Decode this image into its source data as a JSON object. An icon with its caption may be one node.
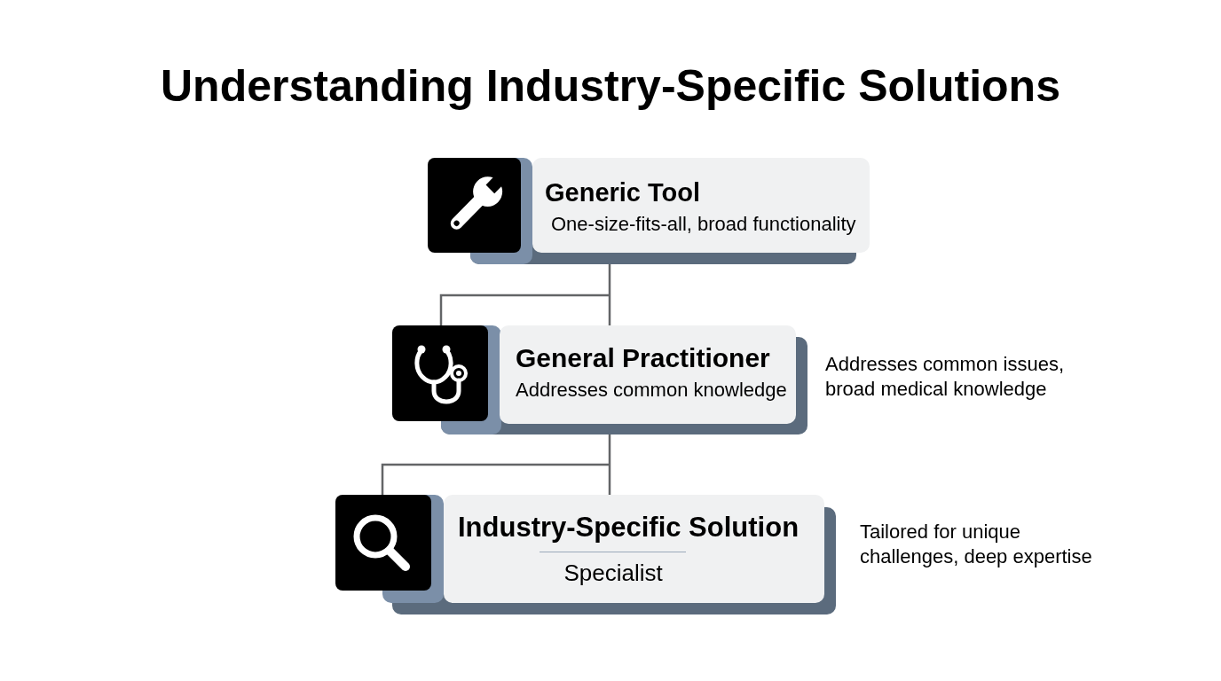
{
  "diagram": {
    "title": "Understanding Industry-Specific Solutions",
    "nodes": [
      {
        "text": [
          "Generic Tool",
          "One-size-fits-all, broad functionality"
        ]
      },
      {
        "text": [
          "General Practitioner",
          "Addresses common knowledge"
        ],
        "beside": [
          "Addresses common issues, broad medical knowledge"
        ]
      },
      {
        "text": [
          "Industry-Specific Solution",
          "Specialist"
        ],
        "beside": [
          "Tailored for unique challenges, deep expertise"
        ]
      }
    ],
    "edges": [
      {
        "from": 0,
        "to": 1,
        "arrow": "none"
      },
      {
        "from": 1,
        "to": 2,
        "arrow": "none"
      }
    ]
  }
}
